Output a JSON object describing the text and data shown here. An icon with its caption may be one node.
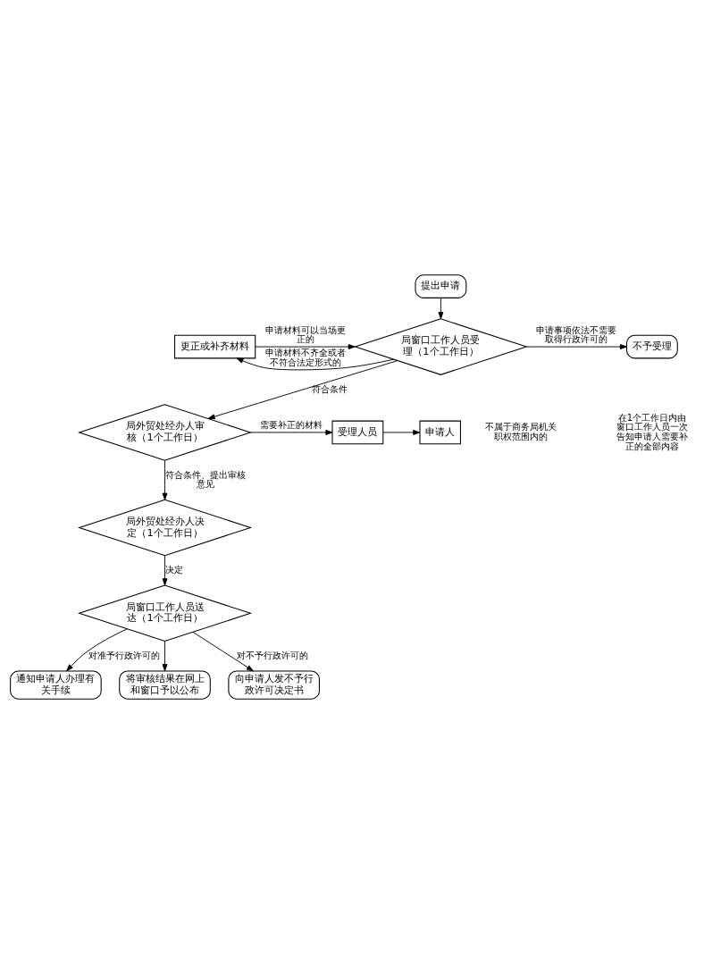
{
  "diagram": {
    "nodes": [
      {
        "text": [
          "提出申请"
        ]
      },
      {
        "text": [
          "局窗口工作人员受理（1个工作日）"
        ]
      },
      {
        "text": [
          "更正或补齐材料"
        ]
      },
      {
        "text": [
          "不予受理"
        ]
      },
      {
        "text": [
          "局外贸处经办人审核（1个工作日）"
        ]
      },
      {
        "text": [
          "受理人员"
        ]
      },
      {
        "text": [
          "申请人"
        ]
      },
      {
        "text": [
          "局外贸处经办人决定（1个工作日）"
        ]
      },
      {
        "text": [
          "局窗口工作人员送达（1个工作日）"
        ]
      },
      {
        "text": [
          "通知申请人办理有关手续"
        ]
      },
      {
        "text": [
          "将审核结果在网上和窗口予以公布"
        ]
      },
      {
        "text": [
          "向申请人发不予行政许可决定书"
        ]
      }
    ],
    "edges": [
      {
        "from": 0,
        "to": 1,
        "arrow": "to"
      },
      {
        "from": 2,
        "to": 1,
        "arrow": "to",
        "label": "申请材料可以当场更正的"
      },
      {
        "from": 1,
        "to": 2,
        "arrow": "to",
        "label": "申请材料不齐全或者不符合法定形式的"
      },
      {
        "from": 1,
        "to": 3,
        "arrow": "to",
        "label": "申请事项依法不需要取得行政许可的"
      },
      {
        "from": 1,
        "to": 4,
        "arrow": "to",
        "label": "符合条件"
      },
      {
        "from": 4,
        "to": 5,
        "arrow": "to",
        "label": "需要补正的材料"
      },
      {
        "from": 5,
        "to": 6,
        "arrow": "to"
      },
      {
        "from": 4,
        "to": 7,
        "arrow": "to",
        "label": "符合条件、提出审核意见"
      },
      {
        "from": 7,
        "to": 8,
        "arrow": "to",
        "label": "决定"
      },
      {
        "from": 8,
        "to": 9,
        "arrow": "to",
        "label": "对准予行政许可的"
      },
      {
        "from": 8,
        "to": 10,
        "arrow": "to"
      },
      {
        "from": 8,
        "to": 11,
        "arrow": "to",
        "label": "对不予行政许可的"
      }
    ],
    "labels": [
      "不属于商务局机关职权范围内的",
      "在1个工作日内由窗口工作人员一次告知申请人需要补正的全部内容"
    ]
  }
}
